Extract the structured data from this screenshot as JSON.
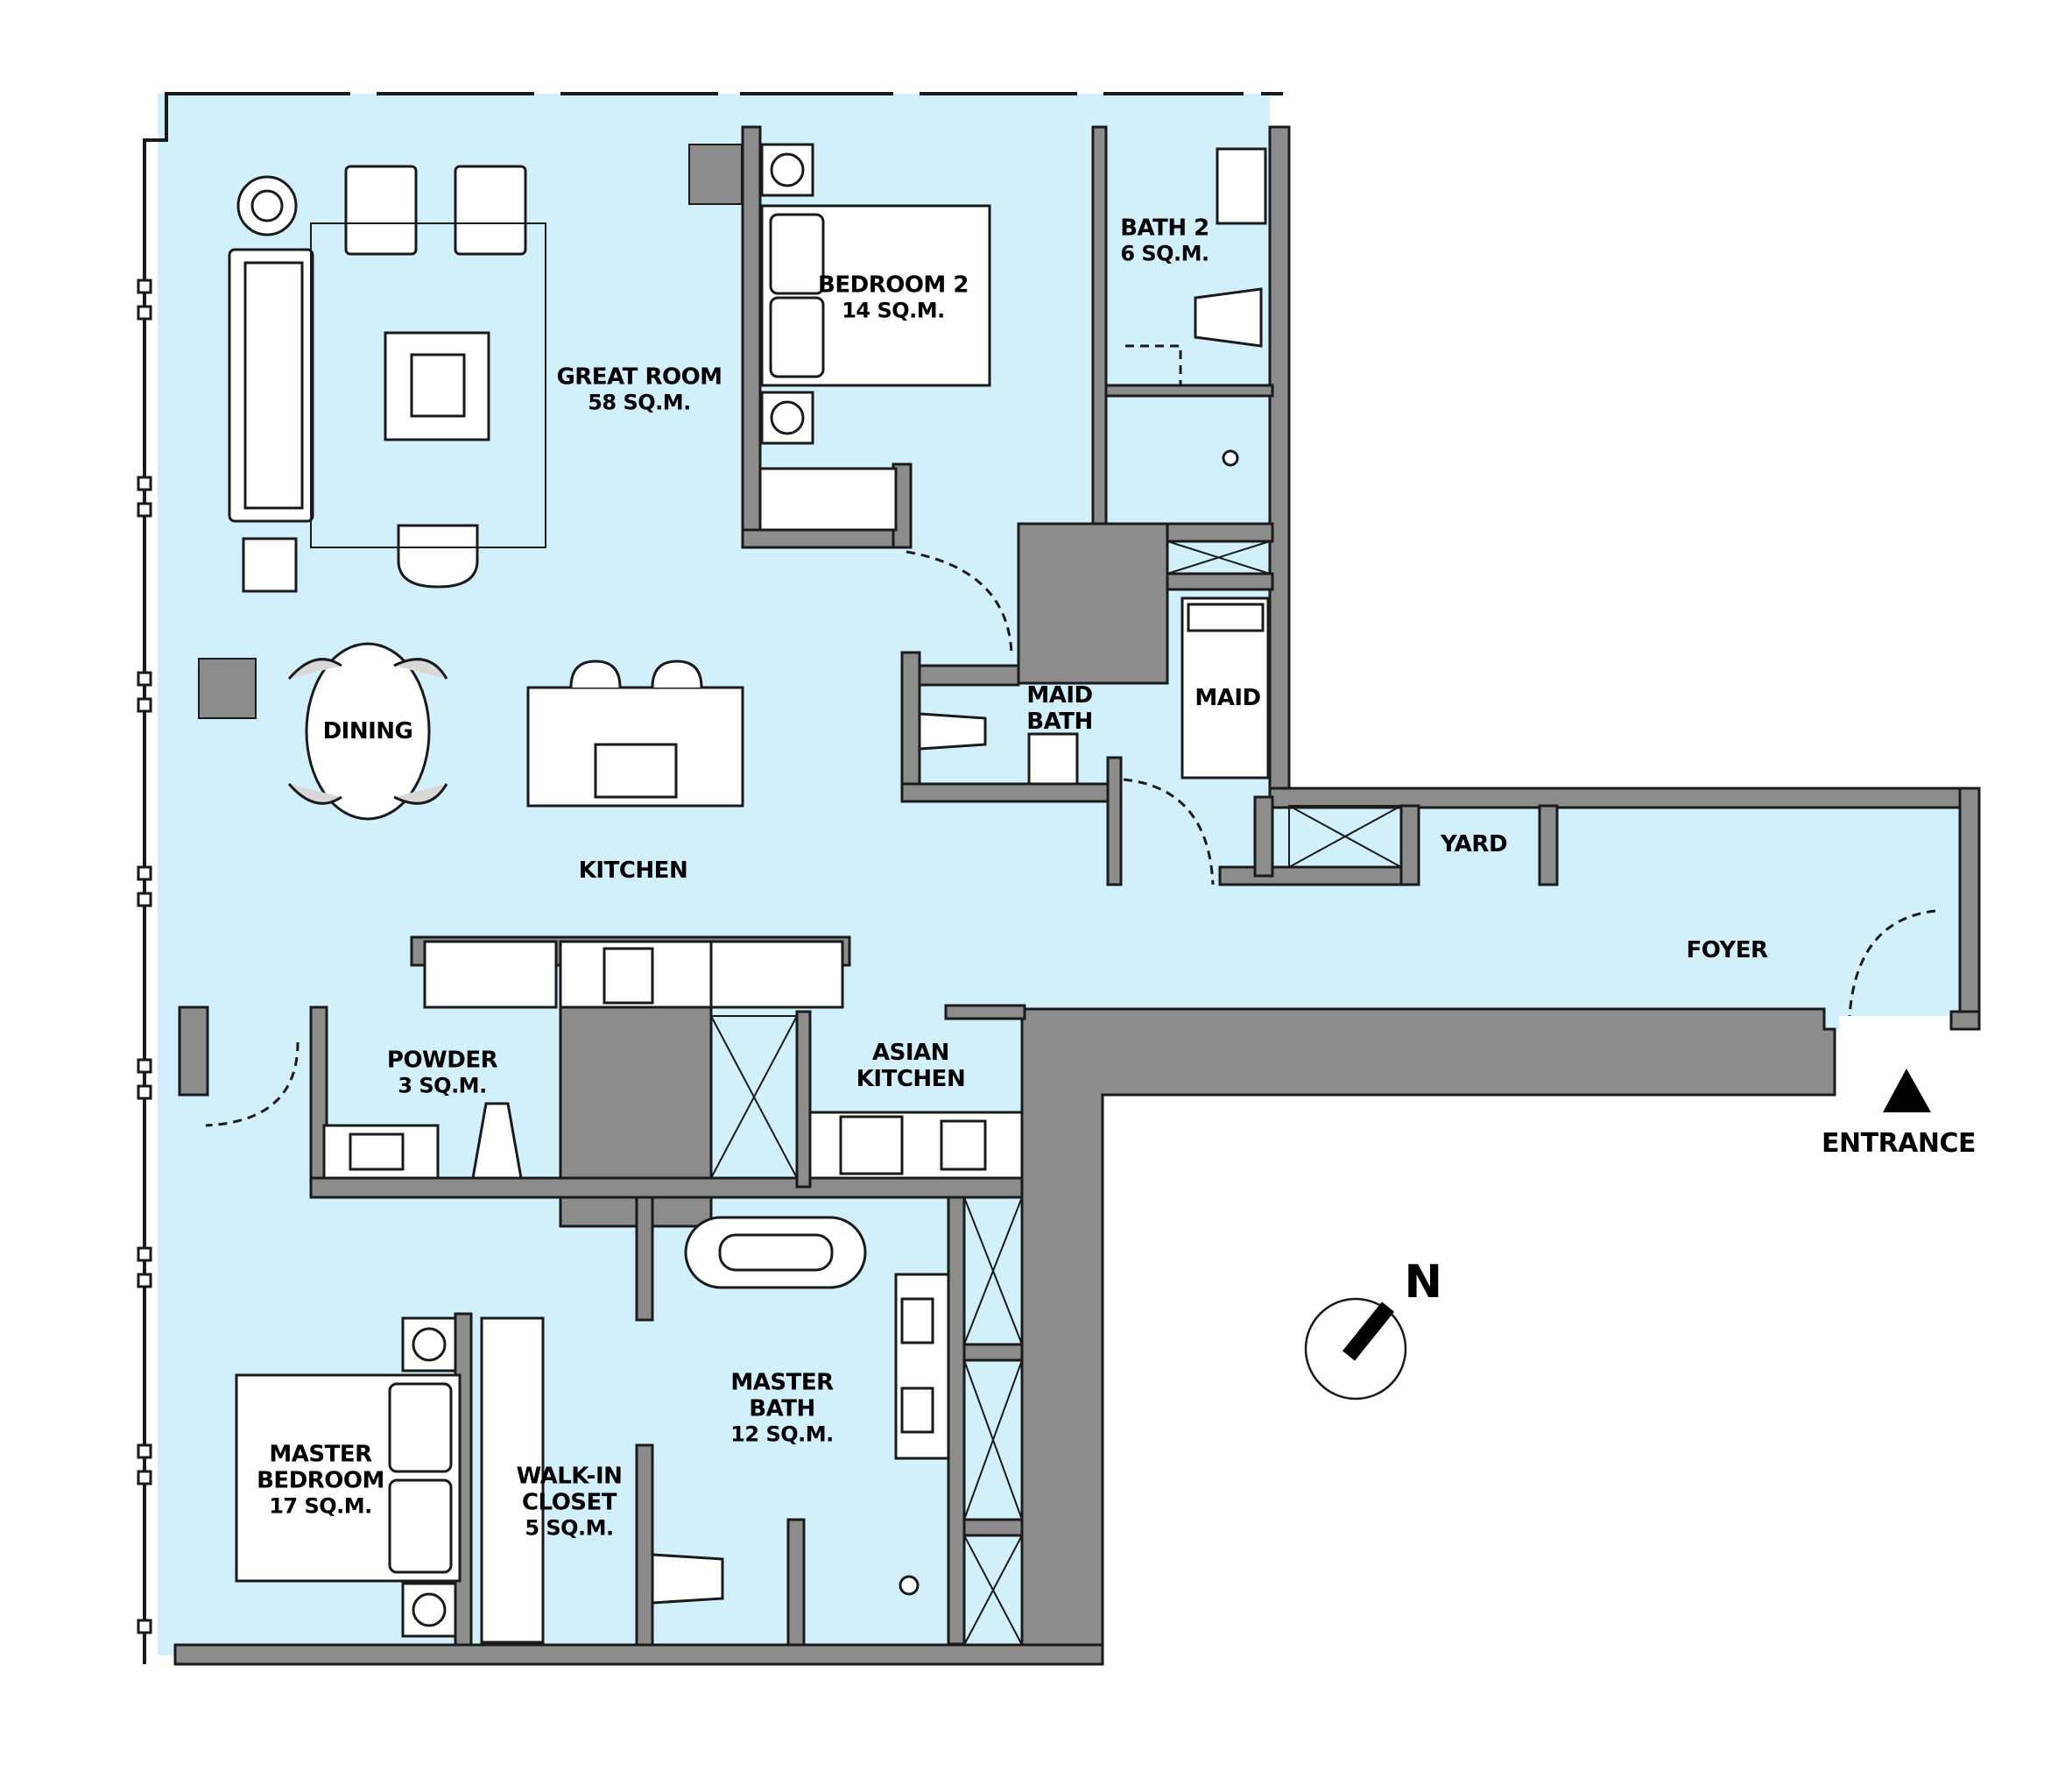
{
  "plan": {
    "colors": {
      "floor": "#d2f0fb",
      "wall": "#8c8c8c",
      "outline": "#1a1a1a",
      "furniture": "#ffffff",
      "background": "#ffffff"
    },
    "rooms": [
      {
        "id": "great-room",
        "name": "GREAT ROOM",
        "area": "58 SQ.M."
      },
      {
        "id": "bedroom-2",
        "name": "BEDROOM 2",
        "area": "14 SQ.M."
      },
      {
        "id": "bath-2",
        "name": "BATH 2",
        "area": "6 SQ.M."
      },
      {
        "id": "maid-bath",
        "name": "MAID BATH",
        "area": ""
      },
      {
        "id": "maid",
        "name": "MAID",
        "area": ""
      },
      {
        "id": "dining",
        "name": "DINING",
        "area": ""
      },
      {
        "id": "kitchen",
        "name": "KITCHEN",
        "area": ""
      },
      {
        "id": "yard",
        "name": "YARD",
        "area": ""
      },
      {
        "id": "foyer",
        "name": "FOYER",
        "area": ""
      },
      {
        "id": "powder",
        "name": "POWDER",
        "area": "3 SQ.M."
      },
      {
        "id": "asian-kitchen",
        "name": "ASIAN KITCHEN",
        "area": ""
      },
      {
        "id": "master-bath",
        "name": "MASTER BATH",
        "area": "12 SQ.M."
      },
      {
        "id": "master-bedroom",
        "name": "MASTER BEDROOM",
        "area": "17 SQ.M."
      },
      {
        "id": "walk-in-closet",
        "name": "WALK-IN CLOSET",
        "area": "5 SQ.M."
      }
    ],
    "labels": {
      "great_room": [
        "GREAT ROOM",
        "58 SQ.M."
      ],
      "bedroom_2": [
        "BEDROOM 2",
        "14 SQ.M."
      ],
      "bath_2": [
        "BATH 2",
        "6 SQ.M."
      ],
      "maid_bath": [
        "MAID",
        "BATH"
      ],
      "maid": "MAID",
      "dining": "DINING",
      "kitchen": "KITCHEN",
      "yard": "YARD",
      "foyer": "FOYER",
      "powder": [
        "POWDER",
        "3 SQ.M."
      ],
      "asian_kitchen": [
        "ASIAN",
        "KITCHEN"
      ],
      "master_bath": [
        "MASTER",
        "BATH",
        "12 SQ.M."
      ],
      "master_bedroom": [
        "MASTER",
        "BEDROOM",
        "17 SQ.M."
      ],
      "walk_in_closet": [
        "WALK-IN",
        "CLOSET",
        "5 SQ.M."
      ]
    },
    "entrance": {
      "label": "ENTRANCE",
      "icon": "triangle-up-icon"
    },
    "north_arrow": {
      "label": "N",
      "icon": "compass-icon"
    }
  }
}
